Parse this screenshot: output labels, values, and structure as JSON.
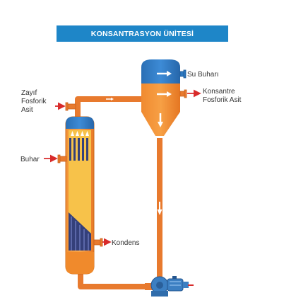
{
  "title": "KONSANTRASYON ÜNİTESİ",
  "labels": {
    "zayif_line1": "Zayıf",
    "zayif_line2": "Fosforik",
    "zayif_line3": "Asit",
    "buhar": "Buhar",
    "kondens": "Kondens",
    "su_buhari": "Su Buharı",
    "konsantre_line1": "Konsantre",
    "konsantre_line2": "Fosforik Asit"
  },
  "colors": {
    "title_bg": "#1e86c8",
    "pipe": "#e87a2e",
    "pipe_dark": "#c95f1a",
    "liquid_yellow": "#f7c24a",
    "liquid_orange": "#f08a2c",
    "vapor_blue": "#2d78c0",
    "tube_dark": "#34407a",
    "arrow_red": "#d82b2b",
    "pump_blue": "#3c7fc2"
  }
}
